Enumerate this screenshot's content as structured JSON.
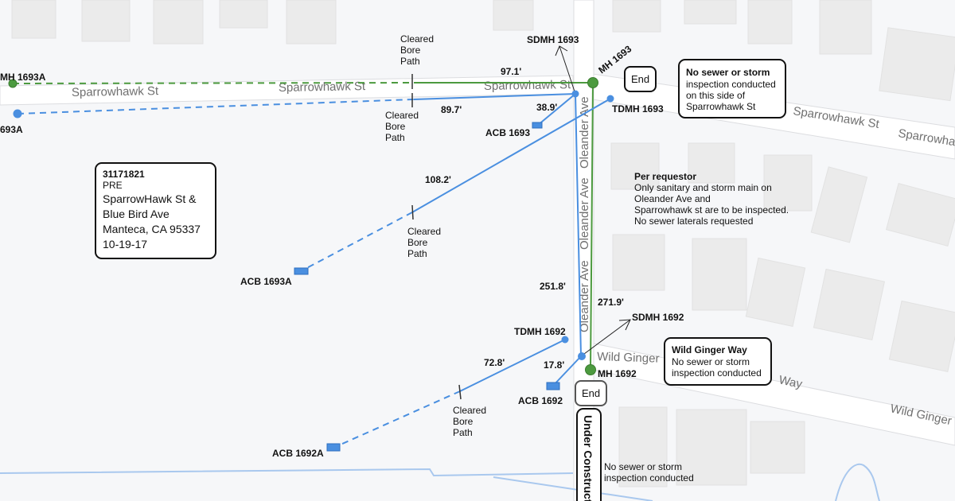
{
  "streets": {
    "sparrowhawk_left": "Sparrowhawk St",
    "sparrowhawk_mid": "Sparrowhawk St",
    "sparrowhawk_intersection": "Sparrowhawk St",
    "sparrowhawk_right": "Sparrowhawk St",
    "sparrowhawk_far_right": "Sparrowhaw",
    "oleander_1": "Oleander Ave",
    "oleander_2": "Oleander Ave",
    "oleander_3": "Oleander Ave",
    "wild_ginger_1": "Wild Ginger",
    "wild_ginger_2": "Way",
    "wild_ginger_3": "Wild Ginger W"
  },
  "structures": {
    "mh_1693a": "MH 1693A",
    "acb_1693a_partial": "693A",
    "sdmh_1693": "SDMH 1693",
    "mh_1693": "MH 1693",
    "tdmh_1693": "TDMH 1693",
    "acb_1693": "ACB 1693",
    "acb_1693a": "ACB 1693A",
    "tdmh_1692": "TDMH 1692",
    "sdmh_1692": "SDMH 1692",
    "mh_1692": "MH 1692",
    "acb_1692": "ACB 1692",
    "acb_1692a": "ACB 1692A"
  },
  "lengths": [
    "97.1'",
    "89.7'",
    "38.9'",
    "108.2'",
    "251.8'",
    "271.9'",
    "72.8'",
    "17.8'"
  ],
  "bore_path": [
    "Cleared",
    "Bore",
    "Path"
  ],
  "end_label": "End",
  "project_box": {
    "id": "31171821",
    "code": "PRE",
    "line1": "SparrowHawk St &",
    "line2": "Blue Bird Ave",
    "line3": "Manteca, CA 95337",
    "date": "10-19-17"
  },
  "notes": {
    "sparrowhawk_title": "No sewer or storm",
    "sparrowhawk_l1": "inspection conducted",
    "sparrowhawk_l2": "on this side of",
    "sparrowhawk_l3": "Sparrowhawk St",
    "requestor_title": "Per requestor",
    "requestor_l1": "Only sanitary and storm main on",
    "requestor_l2": "Oleander Ave and",
    "requestor_l3": "Sparrowhawk st are to be inspected.",
    "requestor_l4": "No sewer laterals requested",
    "wildginger_title": "Wild Ginger Way",
    "wildginger_l1": "No sewer or storm",
    "wildginger_l2": "inspection conducted",
    "under_construction": "Under Construction",
    "bottom_l1": "No sewer or storm",
    "bottom_l2": "inspection conducted"
  },
  "colors": {
    "sanitary": "#4c9a3f",
    "storm": "#4a8fe0",
    "background": "#f6f7f9"
  }
}
